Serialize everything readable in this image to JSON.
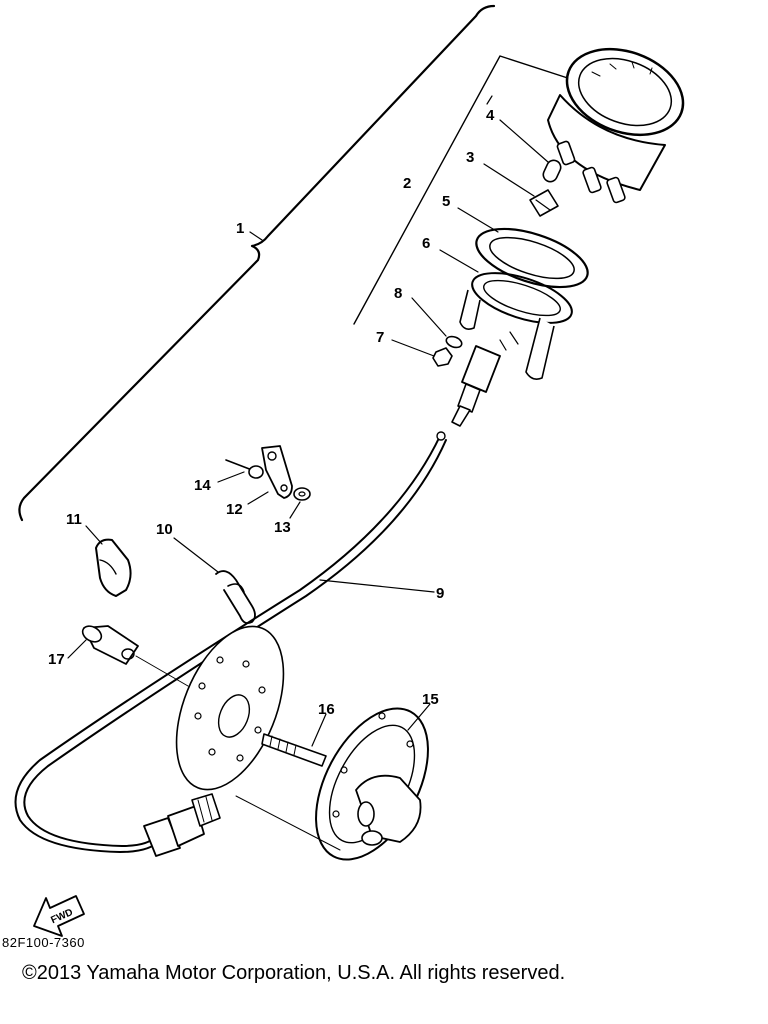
{
  "diagram": {
    "callouts": [
      "1",
      "2",
      "3",
      "4",
      "5",
      "6",
      "7",
      "8",
      "9",
      "10",
      "11",
      "12",
      "13",
      "14",
      "15",
      "16",
      "17"
    ],
    "direction_marker": "FWD",
    "code": "82F100-7360",
    "copyright": "©2013 Yamaha Motor Corporation, U.S.A. All rights reserved."
  }
}
